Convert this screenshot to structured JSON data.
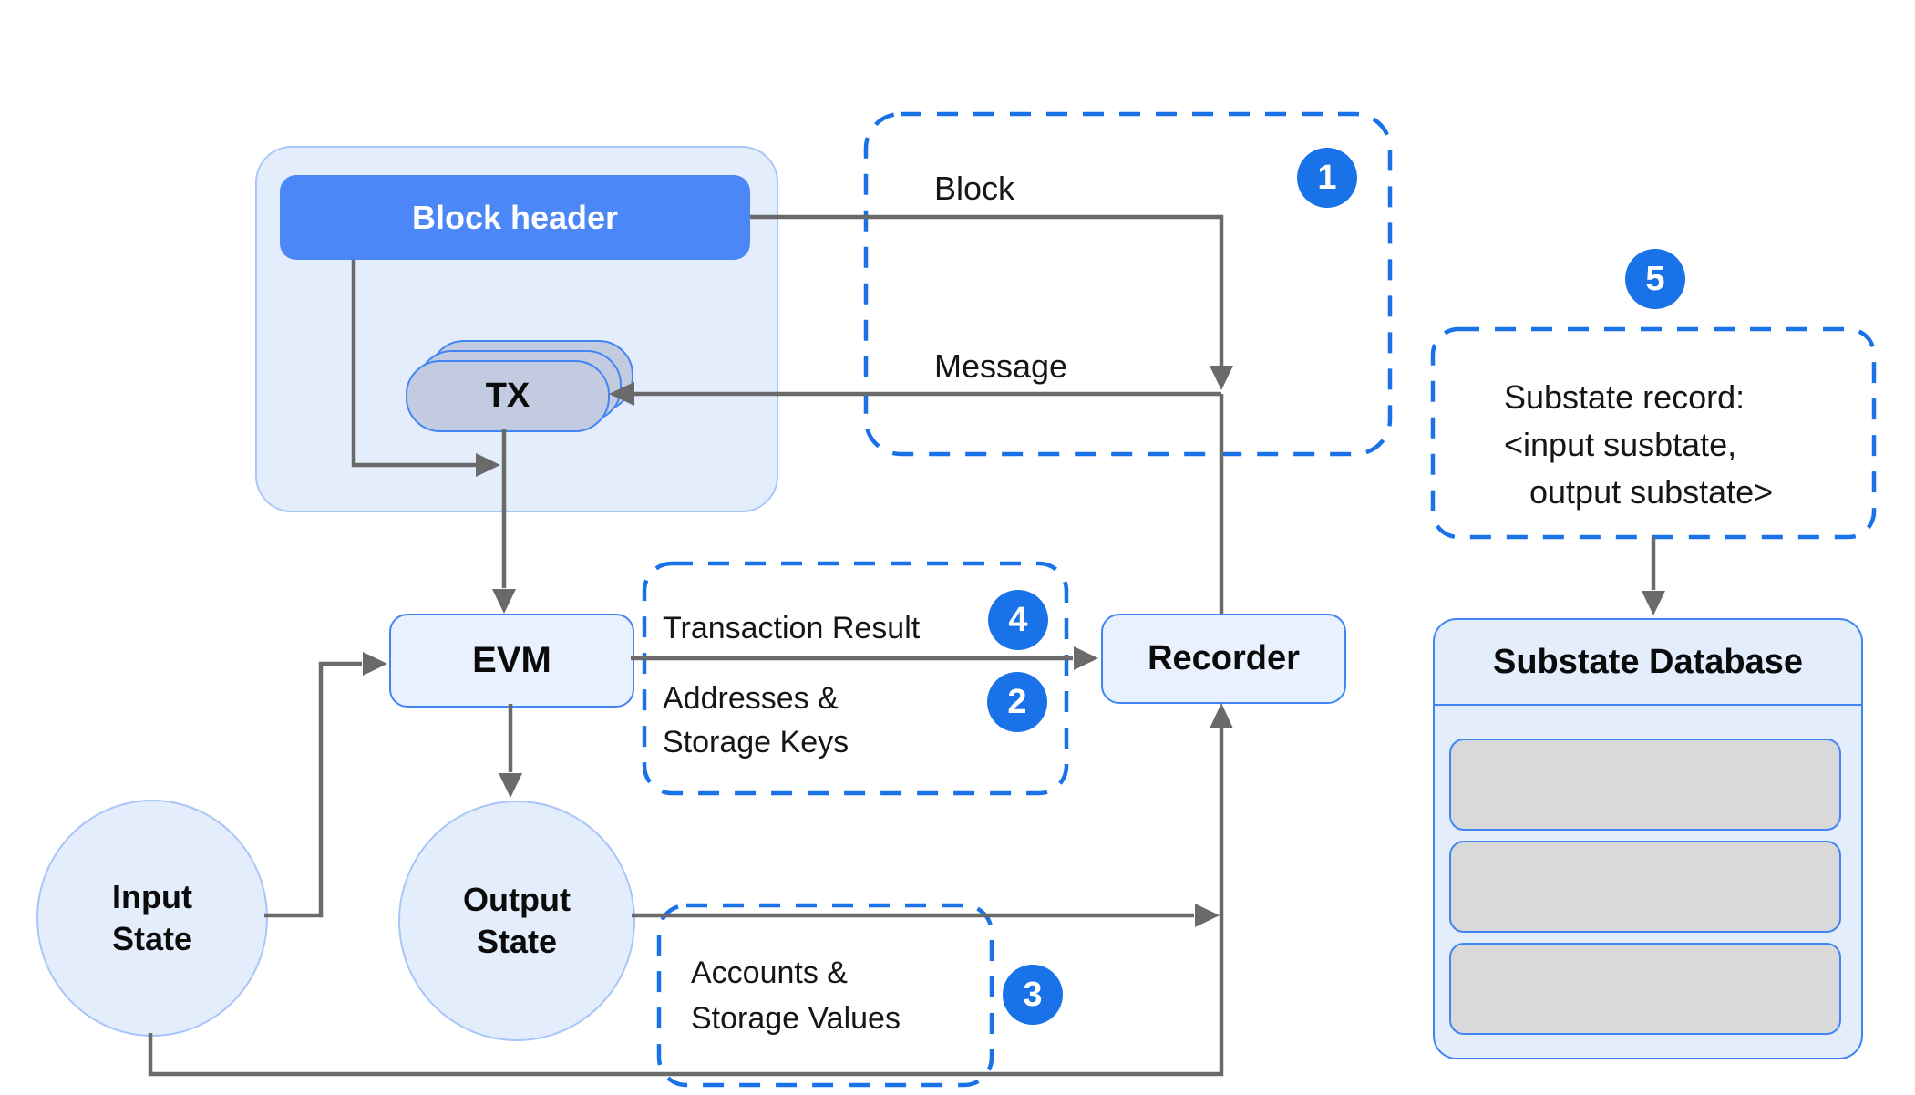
{
  "colors": {
    "bg": "#ffffff",
    "panel": "#e3edfc",
    "panelBorder": "#a8c6f8",
    "panelLight": "#e9f1fe",
    "blueBorder": "#4285f4",
    "headerBlue": "#4b87f6",
    "txFill": "#c2cbe0",
    "accent": "#1a72e8",
    "line": "#6a6a6a",
    "row": "#d9d9d9",
    "ink": "#161616",
    "badgeText": "#ffffff"
  },
  "block_panel": {
    "header": "Block header",
    "tx": "TX"
  },
  "flow_labels": {
    "block": "Block",
    "message": "Message",
    "transaction_result": "Transaction Result",
    "addresses_keys": "Addresses &\nStorage Keys",
    "accounts_values": "Accounts &\nStorage Values"
  },
  "badges": {
    "b1": "1",
    "b2": "2",
    "b3": "3",
    "b4": "4",
    "b5": "5"
  },
  "nodes": {
    "evm": "EVM",
    "recorder": "Recorder",
    "input_state": "Input\nState",
    "output_state": "Output\nState"
  },
  "substate_record": {
    "line1": "Substate record:",
    "line2": "<input susbtate,",
    "line3": "output substate>"
  },
  "database": {
    "title": "Substate Database"
  }
}
